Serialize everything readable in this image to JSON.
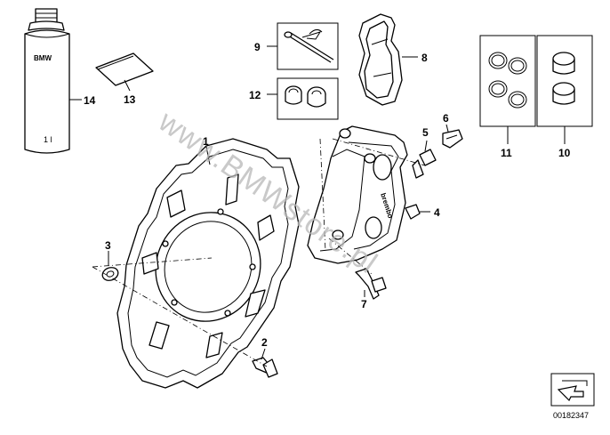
{
  "diagram": {
    "callouts": {
      "c1": "1",
      "c2": "2",
      "c3": "3",
      "c4": "4",
      "c5": "5",
      "c6": "6",
      "c7": "7",
      "c8": "8",
      "c9": "9",
      "c10": "10",
      "c11": "11",
      "c12": "12",
      "c13": "13",
      "c14": "14"
    },
    "bottle_label": "BMW",
    "bottle_small_text": "1 l",
    "caliper_brand": "brembo",
    "watermark": "www.BMWstore.pl",
    "document_number": "00182347"
  }
}
